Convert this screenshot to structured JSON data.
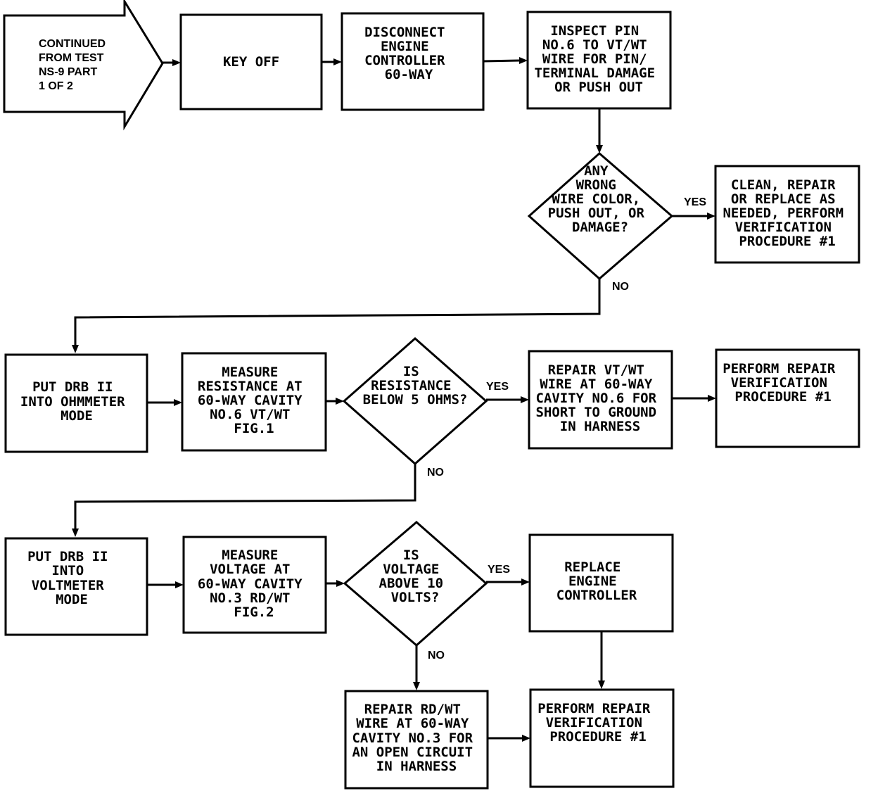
{
  "start": {
    "lines": [
      "CONTINUED",
      "FROM TEST",
      "NS-9 PART",
      "1 OF 2"
    ]
  },
  "key_off": {
    "lines": [
      "KEY OFF"
    ]
  },
  "disconnect": {
    "lines": [
      "DISCONNECT",
      "ENGINE",
      "CONTROLLER",
      "60-WAY"
    ]
  },
  "inspect_pin": {
    "lines": [
      "INSPECT PIN",
      "NO.6 TO VT/WT",
      "WIRE FOR PIN/",
      "TERMINAL DAMAGE",
      "OR PUSH OUT"
    ]
  },
  "decision_wire": {
    "lines": [
      "ANY",
      "WRONG",
      "WIRE COLOR,",
      "PUSH OUT, OR",
      "DAMAGE?"
    ]
  },
  "clean_repair": {
    "lines": [
      "CLEAN, REPAIR",
      "OR REPLACE AS",
      "NEEDED, PERFORM",
      "VERIFICATION",
      "PROCEDURE #1"
    ]
  },
  "ohmmeter_mode": {
    "lines": [
      "PUT DRB II",
      "INTO OHMMETER",
      "MODE"
    ]
  },
  "measure_resistance": {
    "lines": [
      "MEASURE",
      "RESISTANCE AT",
      "60-WAY CAVITY",
      "NO.6 VT/WT",
      "FIG.1"
    ]
  },
  "decision_resistance": {
    "lines": [
      "IS",
      "RESISTANCE",
      "BELOW 5 OHMS?"
    ]
  },
  "repair_vt": {
    "lines": [
      "REPAIR VT/WT",
      "WIRE AT 60-WAY",
      "CAVITY NO.6 FOR",
      "SHORT TO GROUND",
      "IN HARNESS"
    ]
  },
  "verify_1": {
    "lines": [
      "PERFORM REPAIR",
      "VERIFICATION",
      "PROCEDURE #1"
    ]
  },
  "voltmeter_mode": {
    "lines": [
      "PUT DRB II",
      "INTO",
      "VOLTMETER",
      "MODE"
    ]
  },
  "measure_voltage": {
    "lines": [
      "MEASURE",
      "VOLTAGE AT",
      "60-WAY CAVITY",
      "NO.3 RD/WT",
      "FIG.2"
    ]
  },
  "decision_voltage": {
    "lines": [
      "IS",
      "VOLTAGE",
      "ABOVE 10",
      "VOLTS?"
    ]
  },
  "replace_controller": {
    "lines": [
      "REPLACE",
      "ENGINE",
      "CONTROLLER"
    ]
  },
  "repair_rd": {
    "lines": [
      "REPAIR RD/WT",
      "WIRE AT 60-WAY",
      "CAVITY NO.3 FOR",
      "AN OPEN CIRCUIT",
      "IN HARNESS"
    ]
  },
  "verify_2": {
    "lines": [
      "PERFORM REPAIR",
      "VERIFICATION",
      "PROCEDURE #1"
    ]
  },
  "labels": {
    "yes_1": "YES",
    "no_1": "NO",
    "yes_2": "YES",
    "no_2": "NO",
    "yes_3": "YES",
    "no_3": "NO"
  },
  "colors": {
    "ink": "#000000",
    "background": "#ffffff"
  }
}
